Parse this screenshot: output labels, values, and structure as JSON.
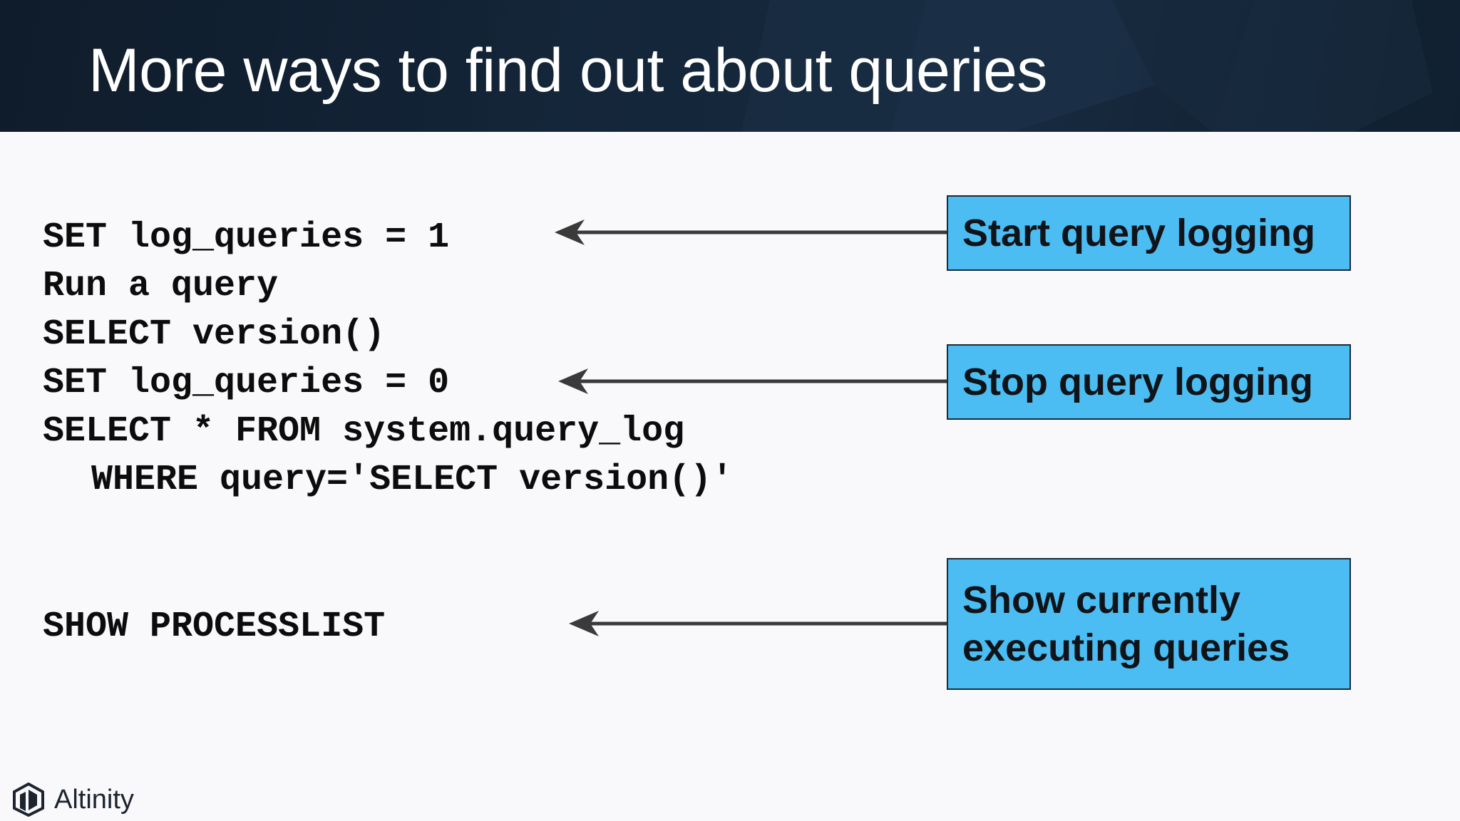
{
  "slide": {
    "title": "More ways to find out about queries"
  },
  "code": {
    "line1": "SET log_queries = 1",
    "line2": "Run a query",
    "line3": "SELECT version()",
    "line4": "SET log_queries = 0",
    "line5": "SELECT * FROM system.query_log",
    "line6": "WHERE query='SELECT version()'",
    "line7": "SHOW PROCESSLIST"
  },
  "callouts": {
    "start": "Start query logging",
    "stop": "Stop query logging",
    "show_line1": "Show currently",
    "show_line2": "executing queries"
  },
  "branding": {
    "logo_text": "Altinity",
    "logo_icon": "altinity-logo-icon"
  },
  "colors": {
    "header_bg": "#14263a",
    "callout_bg": "#4bbdf3",
    "arrow": "#3a3a3a",
    "background": "#f9f8fb"
  }
}
